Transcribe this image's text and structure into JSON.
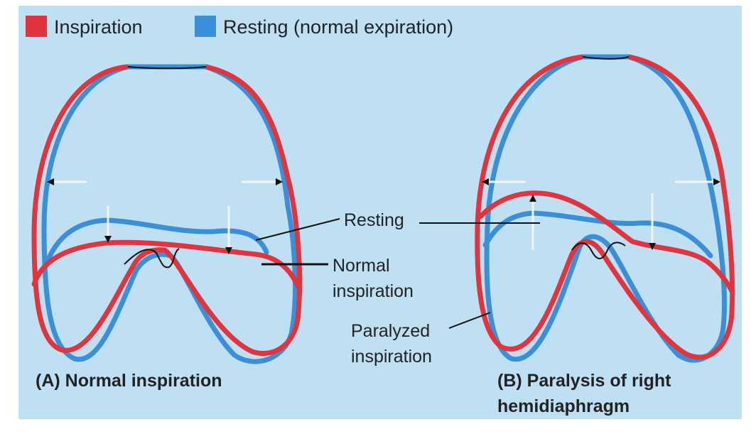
{
  "legend": {
    "items": [
      {
        "label": "Inspiration",
        "color": "#e0353f"
      },
      {
        "label": "Resting (normal expiration)",
        "color": "#3b8fd6"
      }
    ]
  },
  "labels": {
    "resting": "Resting",
    "normal_inspiration_line1": "Normal",
    "normal_inspiration_line2": "inspiration",
    "paralyzed_inspiration_line1": "Paralyzed",
    "paralyzed_inspiration_line2": "inspiration"
  },
  "captions": {
    "panel_a": "(A) Normal inspiration",
    "panel_b_line1": "(B) Paralysis of right",
    "panel_b_line2": "hemidiaphragm"
  },
  "colors": {
    "background": "#bfe0f2",
    "inspiration": "#e0353f",
    "resting": "#3b8fd6",
    "line": "#111111",
    "arrow_shaft": "#f4f4f4"
  }
}
